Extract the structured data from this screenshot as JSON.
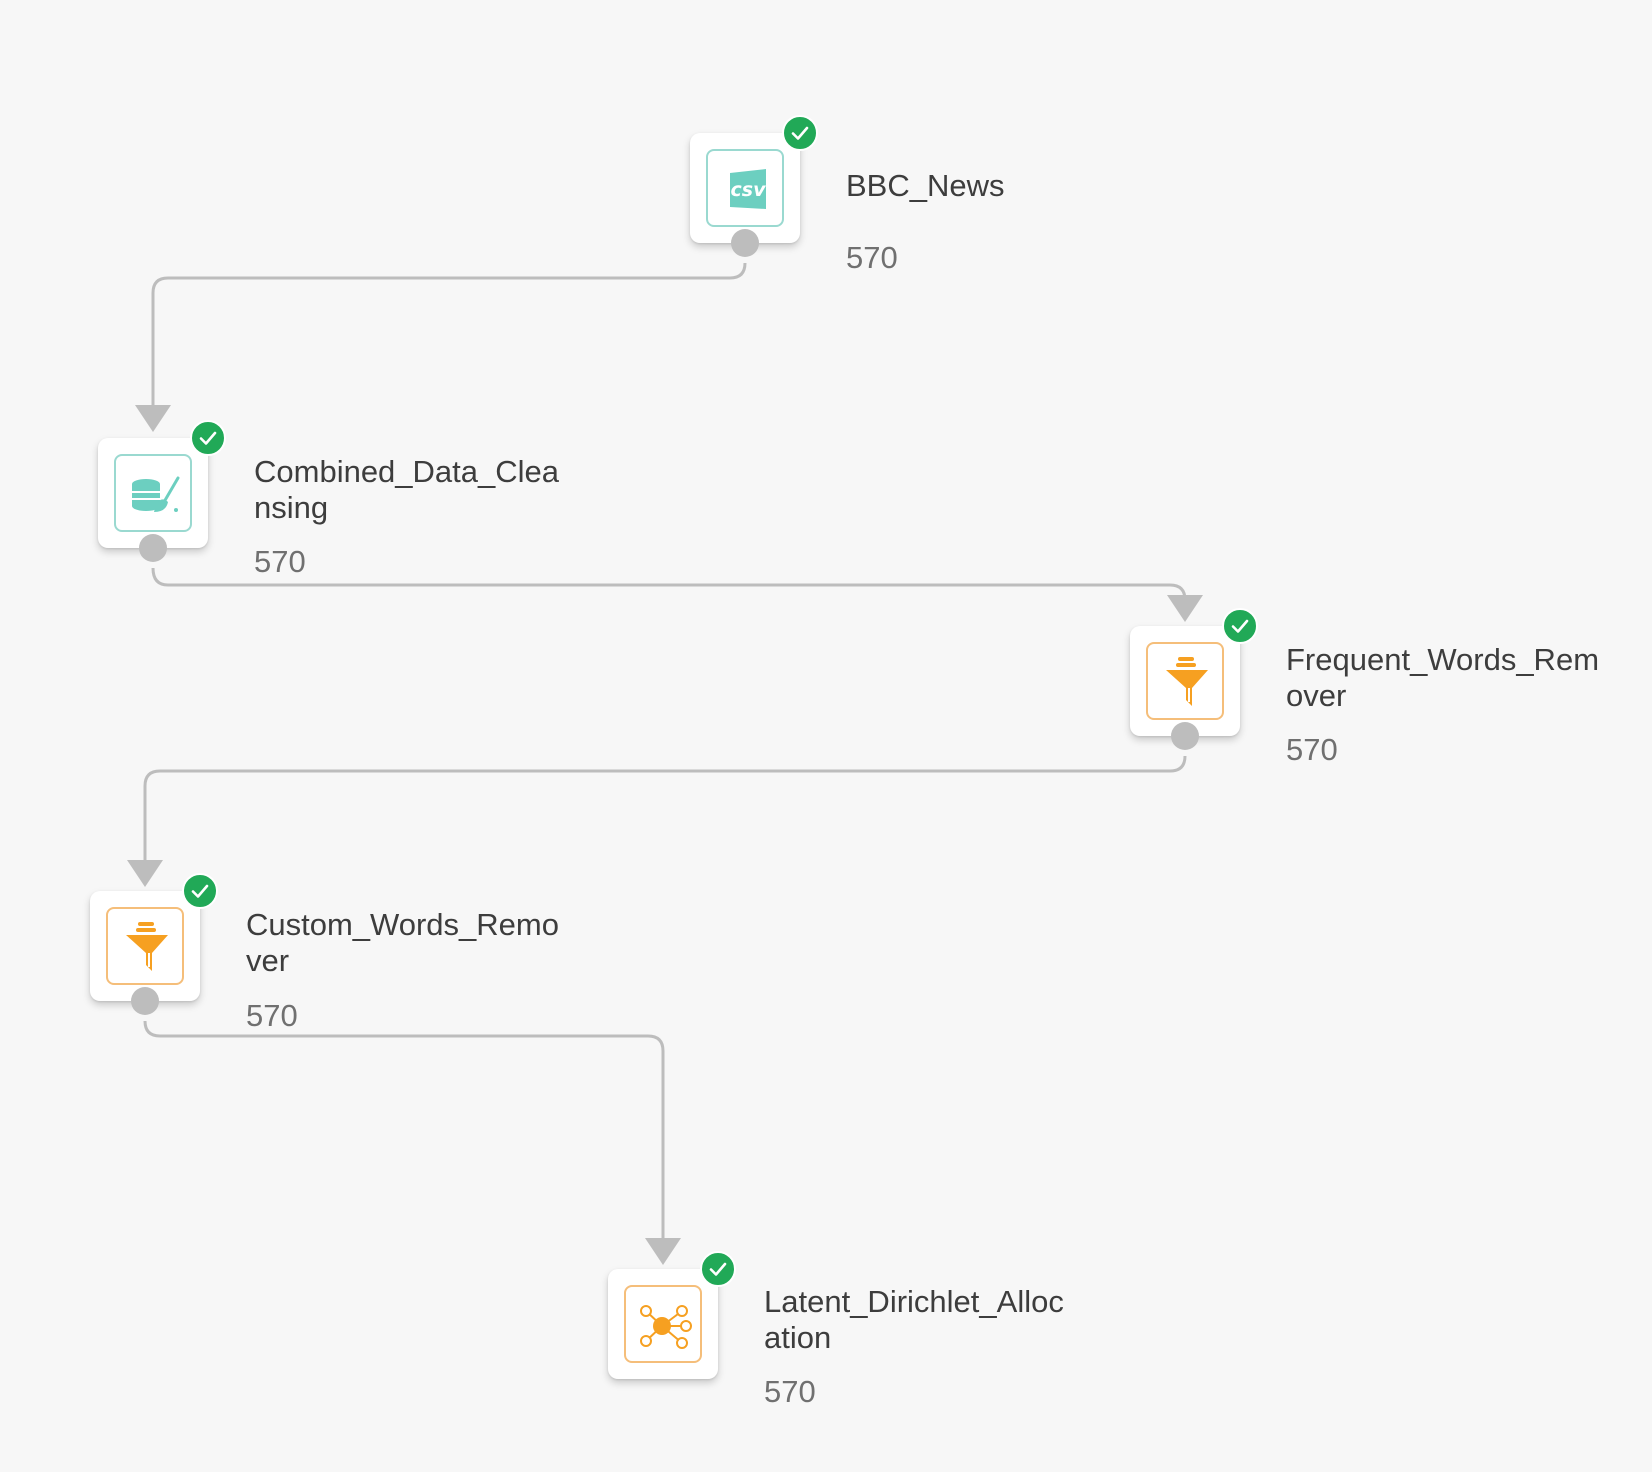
{
  "nodes": [
    {
      "id": "bbc_news",
      "name": "BBC_News",
      "count": "570",
      "icon": "csv-file-icon",
      "icon_text": "csv",
      "status": "success"
    },
    {
      "id": "combined_data_cleansing",
      "name": "Combined_Data_Clea nsing",
      "count": "570",
      "icon": "database-broom-icon",
      "status": "success"
    },
    {
      "id": "frequent_words_remover",
      "name": "Frequent_Words_Rem over",
      "count": "570",
      "icon": "funnel-icon",
      "status": "success"
    },
    {
      "id": "custom_words_remover",
      "name": "Custom_Words_Remo ver",
      "count": "570",
      "icon": "funnel-icon",
      "status": "success"
    },
    {
      "id": "latent_dirichlet_allocation",
      "name": "Latent_Dirichlet_Alloc ation",
      "count": "570",
      "icon": "network-nodes-icon",
      "status": "success"
    }
  ],
  "edges": [
    {
      "from": "bbc_news",
      "to": "combined_data_cleansing"
    },
    {
      "from": "combined_data_cleansing",
      "to": "frequent_words_remover"
    },
    {
      "from": "frequent_words_remover",
      "to": "custom_words_remover"
    },
    {
      "from": "custom_words_remover",
      "to": "latent_dirichlet_allocation"
    }
  ],
  "colors": {
    "background": "#f7f7f7",
    "connector": "#bdbdbd",
    "success_badge": "#21a957",
    "teal_icon": "#6ccfc0",
    "orange_icon": "#f6a021"
  }
}
